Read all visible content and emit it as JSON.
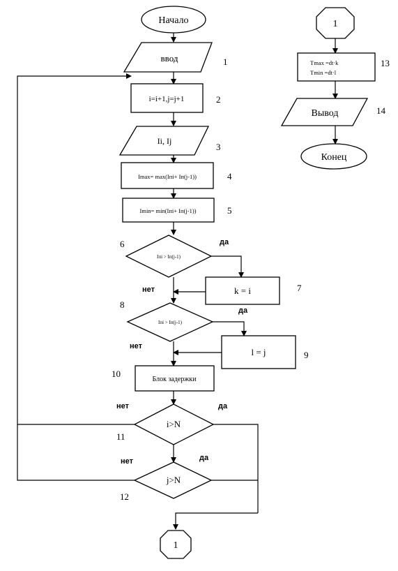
{
  "flowchart": {
    "start": "Начало",
    "input": "ввод",
    "increment": "i=i+1,j=j+1",
    "read_currents": "Ii, Ij",
    "max_calc": "Imax= max(Iпi+ Iп(j-1))",
    "min_calc": "Imin= min(Iпi+ Iп(j-1))",
    "cond_1": "Iпi > Iп(j-1)",
    "assign_k": "k = i",
    "cond_2": "Iпi > Iп(j-1)",
    "assign_l": "l = j",
    "delay_block": "Блок задержки",
    "cond_i": "i>N",
    "cond_j": "j>N",
    "connector_bottom": "1",
    "connector_top": "1",
    "calc_times": [
      "Tmax =dt·k",
      "Tmin =dt·l"
    ],
    "output": "Вывод",
    "end": "Конец",
    "labels": {
      "yes": "да",
      "no": "нет"
    },
    "step_numbers": [
      "1",
      "2",
      "3",
      "4",
      "5",
      "6",
      "7",
      "8",
      "9",
      "10",
      "11",
      "12",
      "13",
      "14"
    ]
  }
}
